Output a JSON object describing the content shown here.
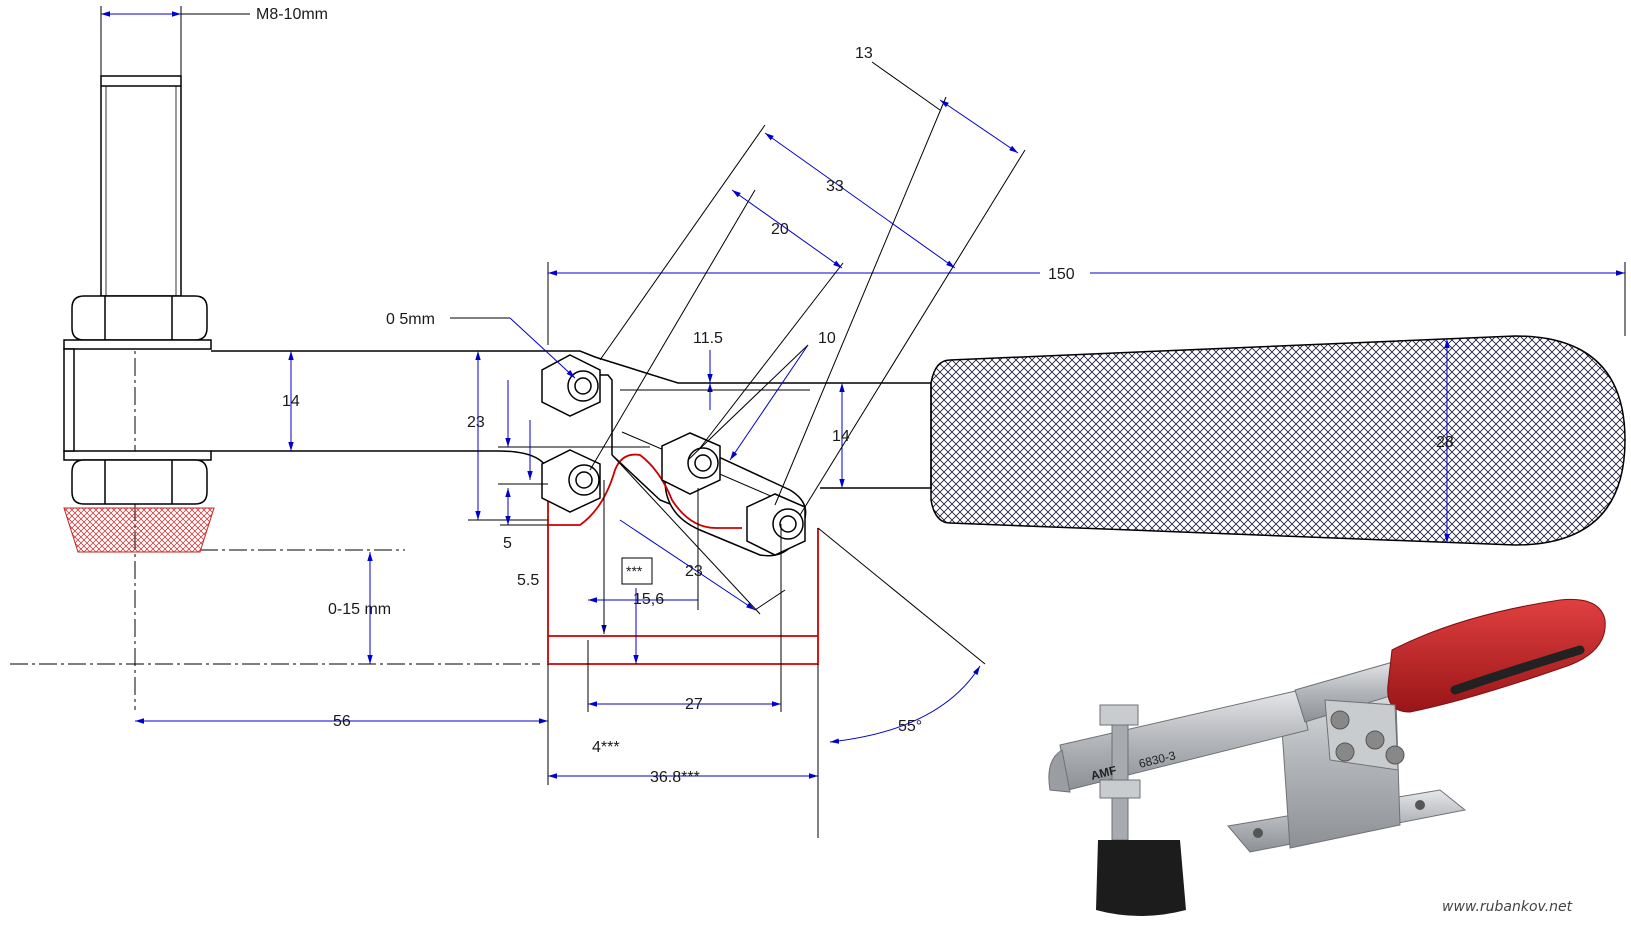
{
  "drawing": {
    "labels": {
      "thread": "M8-10mm",
      "total_length": "150",
      "dim_13": "13",
      "dim_33": "33",
      "dim_20": "20",
      "dim_10": "10",
      "dim_11_5": "11.5",
      "hole_dia": "0 5mm",
      "arm_height": "14",
      "dim_23_left": "23",
      "dim_14_right": "14",
      "handle_width": "28",
      "dim_5": "5",
      "dim_5_5": "5.5",
      "dim_23_lower": "23",
      "dim_15_6": "15,6",
      "range": "0-15 mm",
      "dim_56": "56",
      "dim_27": "27",
      "dim_4": "4***",
      "dim_36_8": "36.8***",
      "angle": "55°",
      "note_box": "***"
    },
    "photo": {
      "brand": "AMF",
      "model": "6830-3"
    },
    "credit": "www.rubankov.net"
  },
  "colors": {
    "dimension_blue": "#0000cc",
    "outline": "#000000",
    "base_red": "#cc0000",
    "handle_hatch": "#1a1a3a",
    "photo_red": "#c8232a",
    "photo_metal": "#b9bcc0"
  }
}
